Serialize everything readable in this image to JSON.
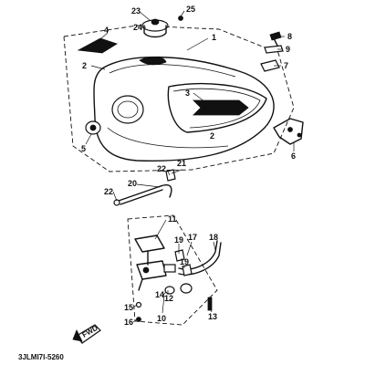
{
  "diagram": {
    "part_code": "3JLMI7I-5260",
    "front_marker": "FWD",
    "callouts": {
      "c1": "1",
      "c2a": "2",
      "c2b": "2",
      "c3": "3",
      "c4": "4",
      "c5": "5",
      "c6": "6",
      "c7": "7",
      "c8": "8",
      "c9": "9",
      "c10": "10",
      "c11": "11",
      "c12": "12",
      "c13": "13",
      "c14": "14",
      "c15": "15",
      "c16": "16",
      "c17": "17",
      "c18": "18",
      "c19a": "19",
      "c19b": "19",
      "c20": "20",
      "c21": "21",
      "c22a": "22",
      "c22b": "22",
      "c23": "23",
      "c24": "24",
      "c25": "25"
    }
  }
}
